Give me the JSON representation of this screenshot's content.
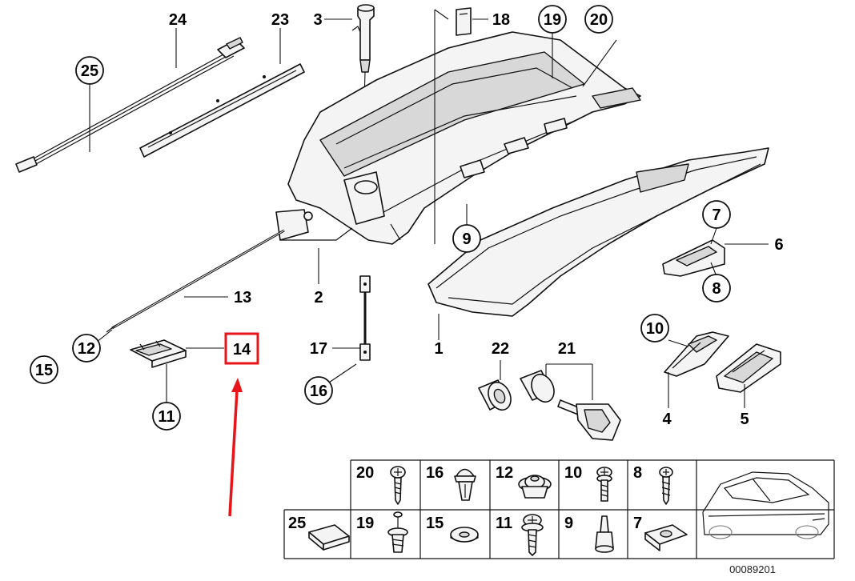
{
  "diagram": {
    "callouts": {
      "c1": "1",
      "c2": "2",
      "c3": "3",
      "c4": "4",
      "c5": "5",
      "c6": "6",
      "c7": "7",
      "c8": "8",
      "c9": "9",
      "c10": "10",
      "c11": "11",
      "c12": "12",
      "c13": "13",
      "c14": "14",
      "c15": "15",
      "c16": "16",
      "c17": "17",
      "c18": "18",
      "c19": "19",
      "c20": "20",
      "c21": "21",
      "c22": "22",
      "c23": "23",
      "c24": "24",
      "c25": "25"
    },
    "highlight": {
      "label": "14",
      "color": "#e8141a"
    },
    "legend_table": {
      "top_row": [
        "20",
        "16",
        "12",
        "10",
        "8"
      ],
      "bottom_row": [
        "25",
        "19",
        "15",
        "11",
        "9",
        "7"
      ]
    },
    "image_number": "00089201"
  }
}
